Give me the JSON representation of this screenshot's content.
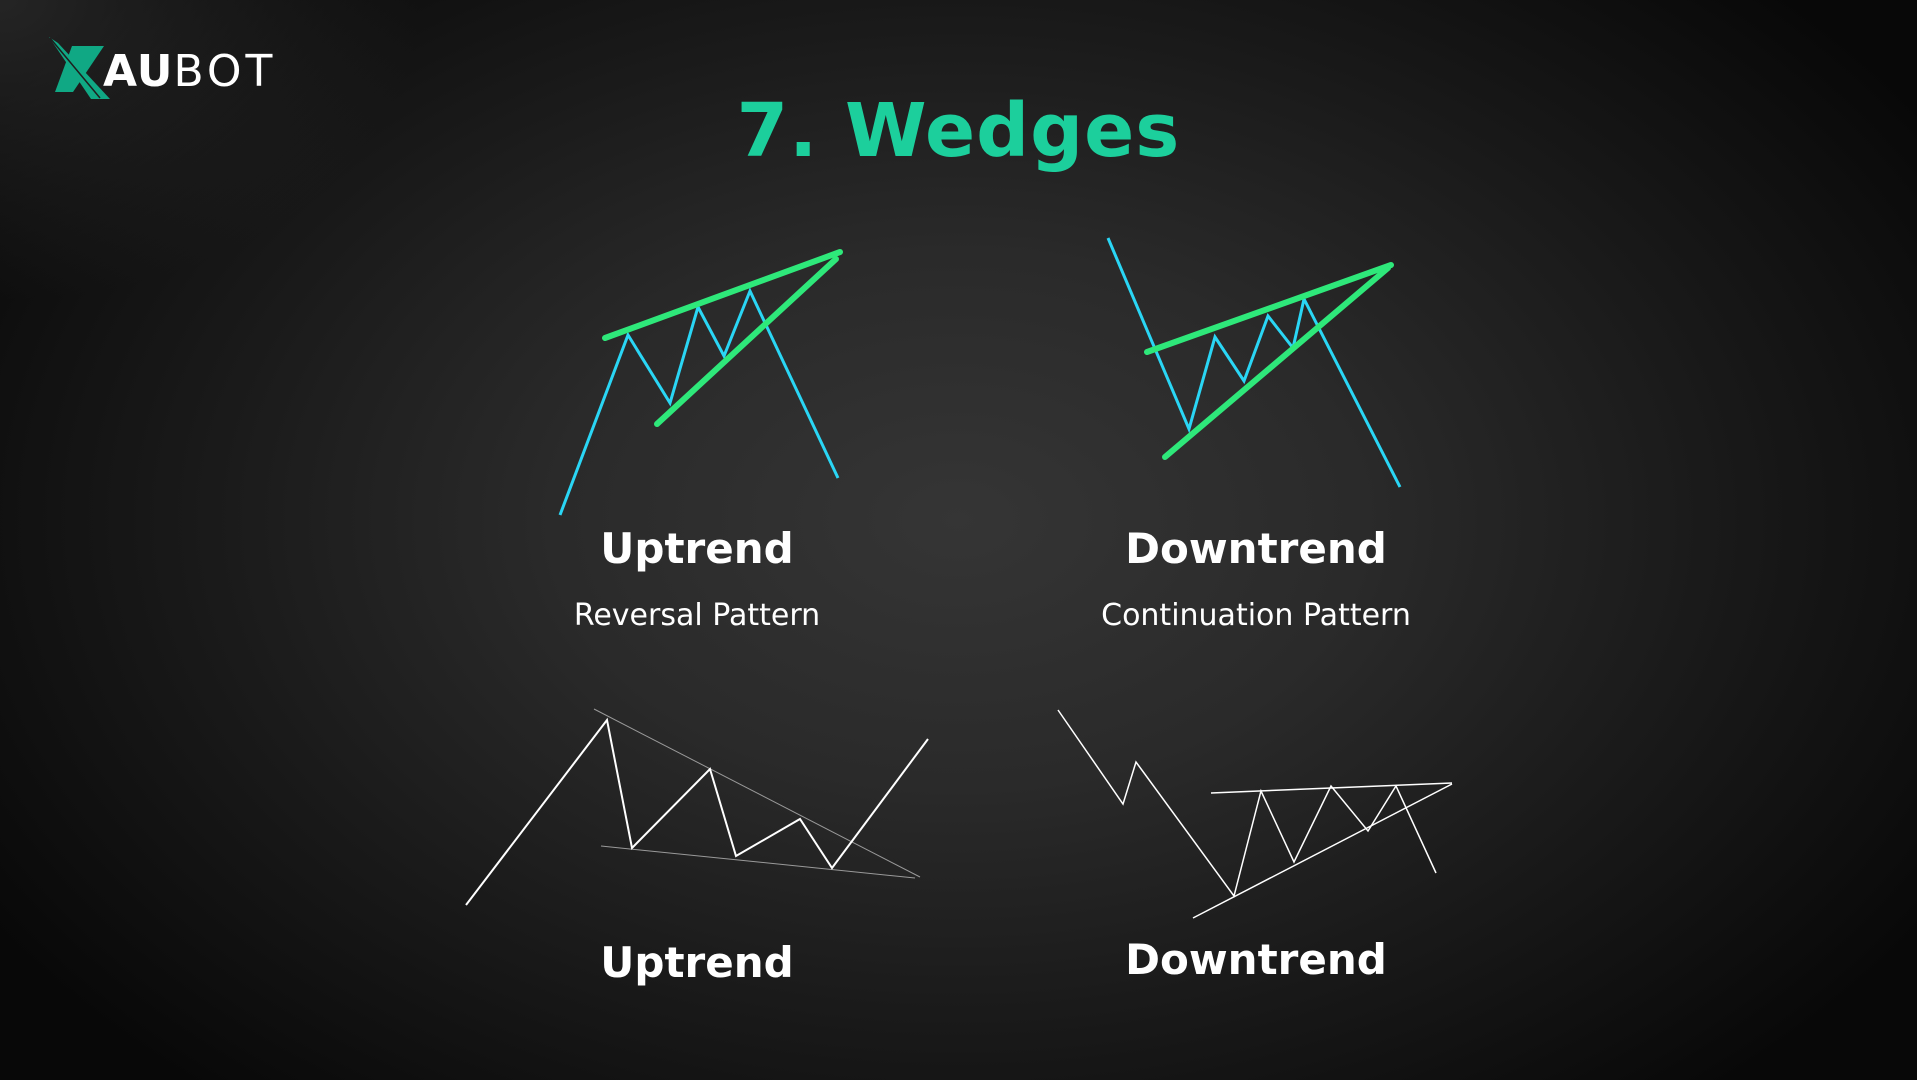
{
  "brand": {
    "logo_bold": "AU",
    "logo_light": "BOT",
    "logo_icon": "x-logo-icon",
    "accent_color": "#10a884"
  },
  "title": "7. Wedges",
  "title_color": "#1ccf9c",
  "colors": {
    "wedge_line_green": "#2ee87a",
    "price_line_cyan": "#2ad6f5",
    "sketch_line_white": "#ffffff"
  },
  "panels": [
    {
      "position": "top-left",
      "heading": "Uptrend",
      "subheading": "Reversal Pattern",
      "pattern": "rising wedge after uptrend, breakout down"
    },
    {
      "position": "top-right",
      "heading": "Downtrend",
      "subheading": "Continuation Pattern",
      "pattern": "rising wedge in downtrend, breakout down"
    },
    {
      "position": "bottom-left",
      "heading": "Uptrend",
      "subheading": "",
      "pattern": "falling wedge after uptrend, breakout up"
    },
    {
      "position": "bottom-right",
      "heading": "Downtrend",
      "subheading": "",
      "pattern": "ascending wedge in downtrend, breakout down"
    }
  ],
  "chart_data": [
    {
      "type": "line",
      "title": "Uptrend - Reversal Pattern",
      "series": [
        {
          "name": "price",
          "color": "#2ad6f5",
          "points": [
            [
              560,
              515
            ],
            [
              628,
              335
            ],
            [
              670,
              403
            ],
            [
              698,
              307
            ],
            [
              724,
              356
            ],
            [
              750,
              291
            ],
            [
              838,
              478
            ]
          ]
        },
        {
          "name": "upper-trendline",
          "color": "#2ee87a",
          "points": [
            [
              605,
              338
            ],
            [
              840,
              252
            ]
          ]
        },
        {
          "name": "lower-trendline",
          "color": "#2ee87a",
          "points": [
            [
              657,
              424
            ],
            [
              836,
              259
            ]
          ]
        }
      ]
    },
    {
      "type": "line",
      "title": "Downtrend - Continuation Pattern",
      "series": [
        {
          "name": "price",
          "color": "#2ad6f5",
          "points": [
            [
              1108,
              238
            ],
            [
              1189,
              429
            ],
            [
              1215,
              337
            ],
            [
              1244,
              381
            ],
            [
              1268,
              316
            ],
            [
              1293,
              348
            ],
            [
              1304,
              299
            ],
            [
              1400,
              487
            ]
          ]
        },
        {
          "name": "upper-trendline",
          "color": "#2ee87a",
          "points": [
            [
              1147,
              352
            ],
            [
              1391,
              265
            ]
          ]
        },
        {
          "name": "lower-trendline",
          "color": "#2ee87a",
          "points": [
            [
              1165,
              457
            ],
            [
              1388,
              268
            ]
          ]
        }
      ]
    },
    {
      "type": "line",
      "title": "Uptrend",
      "series": [
        {
          "name": "price",
          "color": "#ffffff",
          "points": [
            [
              466,
              905
            ],
            [
              607,
              720
            ],
            [
              632,
              848
            ],
            [
              710,
              769
            ],
            [
              736,
              856
            ],
            [
              800,
              819
            ],
            [
              832,
              868
            ],
            [
              928,
              739
            ]
          ]
        },
        {
          "name": "upper-trendline",
          "color": "#bbbbbb",
          "points": [
            [
              594,
              709
            ],
            [
              920,
              877
            ]
          ]
        },
        {
          "name": "lower-trendline",
          "color": "#bbbbbb",
          "points": [
            [
              601,
              846
            ],
            [
              915,
              878
            ]
          ]
        }
      ]
    },
    {
      "type": "line",
      "title": "Downtrend",
      "series": [
        {
          "name": "price",
          "color": "#ffffff",
          "points": [
            [
              1058,
              710
            ],
            [
              1123,
              804
            ],
            [
              1136,
              762
            ],
            [
              1234,
              896
            ],
            [
              1261,
              791
            ],
            [
              1294,
              862
            ],
            [
              1331,
              786
            ],
            [
              1368,
              831
            ],
            [
              1396,
              786
            ],
            [
              1436,
              873
            ]
          ]
        },
        {
          "name": "upper-trendline",
          "color": "#ffffff",
          "points": [
            [
              1211,
              793
            ],
            [
              1452,
              783
            ]
          ]
        },
        {
          "name": "lower-trendline",
          "color": "#ffffff",
          "points": [
            [
              1193,
              918
            ],
            [
              1452,
              784
            ]
          ]
        }
      ]
    }
  ]
}
